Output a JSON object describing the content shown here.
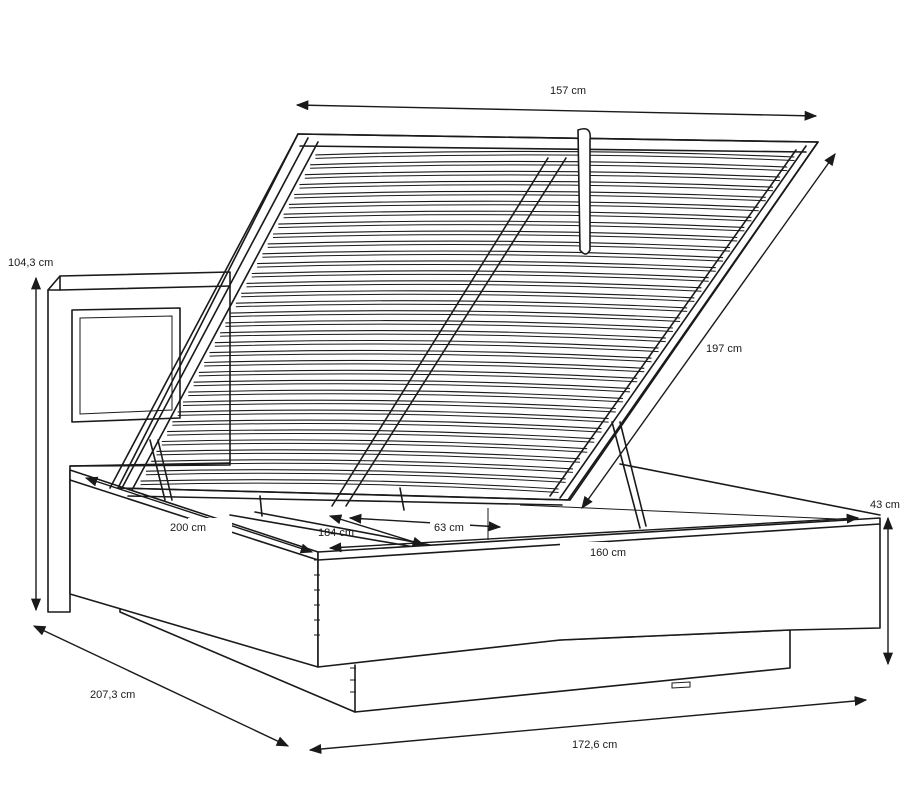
{
  "dimensions": {
    "top_width": "157 cm",
    "lid_length": "197 cm",
    "headboard_height": "104,3 cm",
    "side_height": "43 cm",
    "inner_length": "200 cm",
    "inner_front": "184 cm",
    "lift_depth": "63 cm",
    "inner_width": "160 cm",
    "total_length": "207,3 cm",
    "total_width": "172,6 cm"
  },
  "colors": {
    "line": "#1a1a1a",
    "background": "#ffffff"
  }
}
